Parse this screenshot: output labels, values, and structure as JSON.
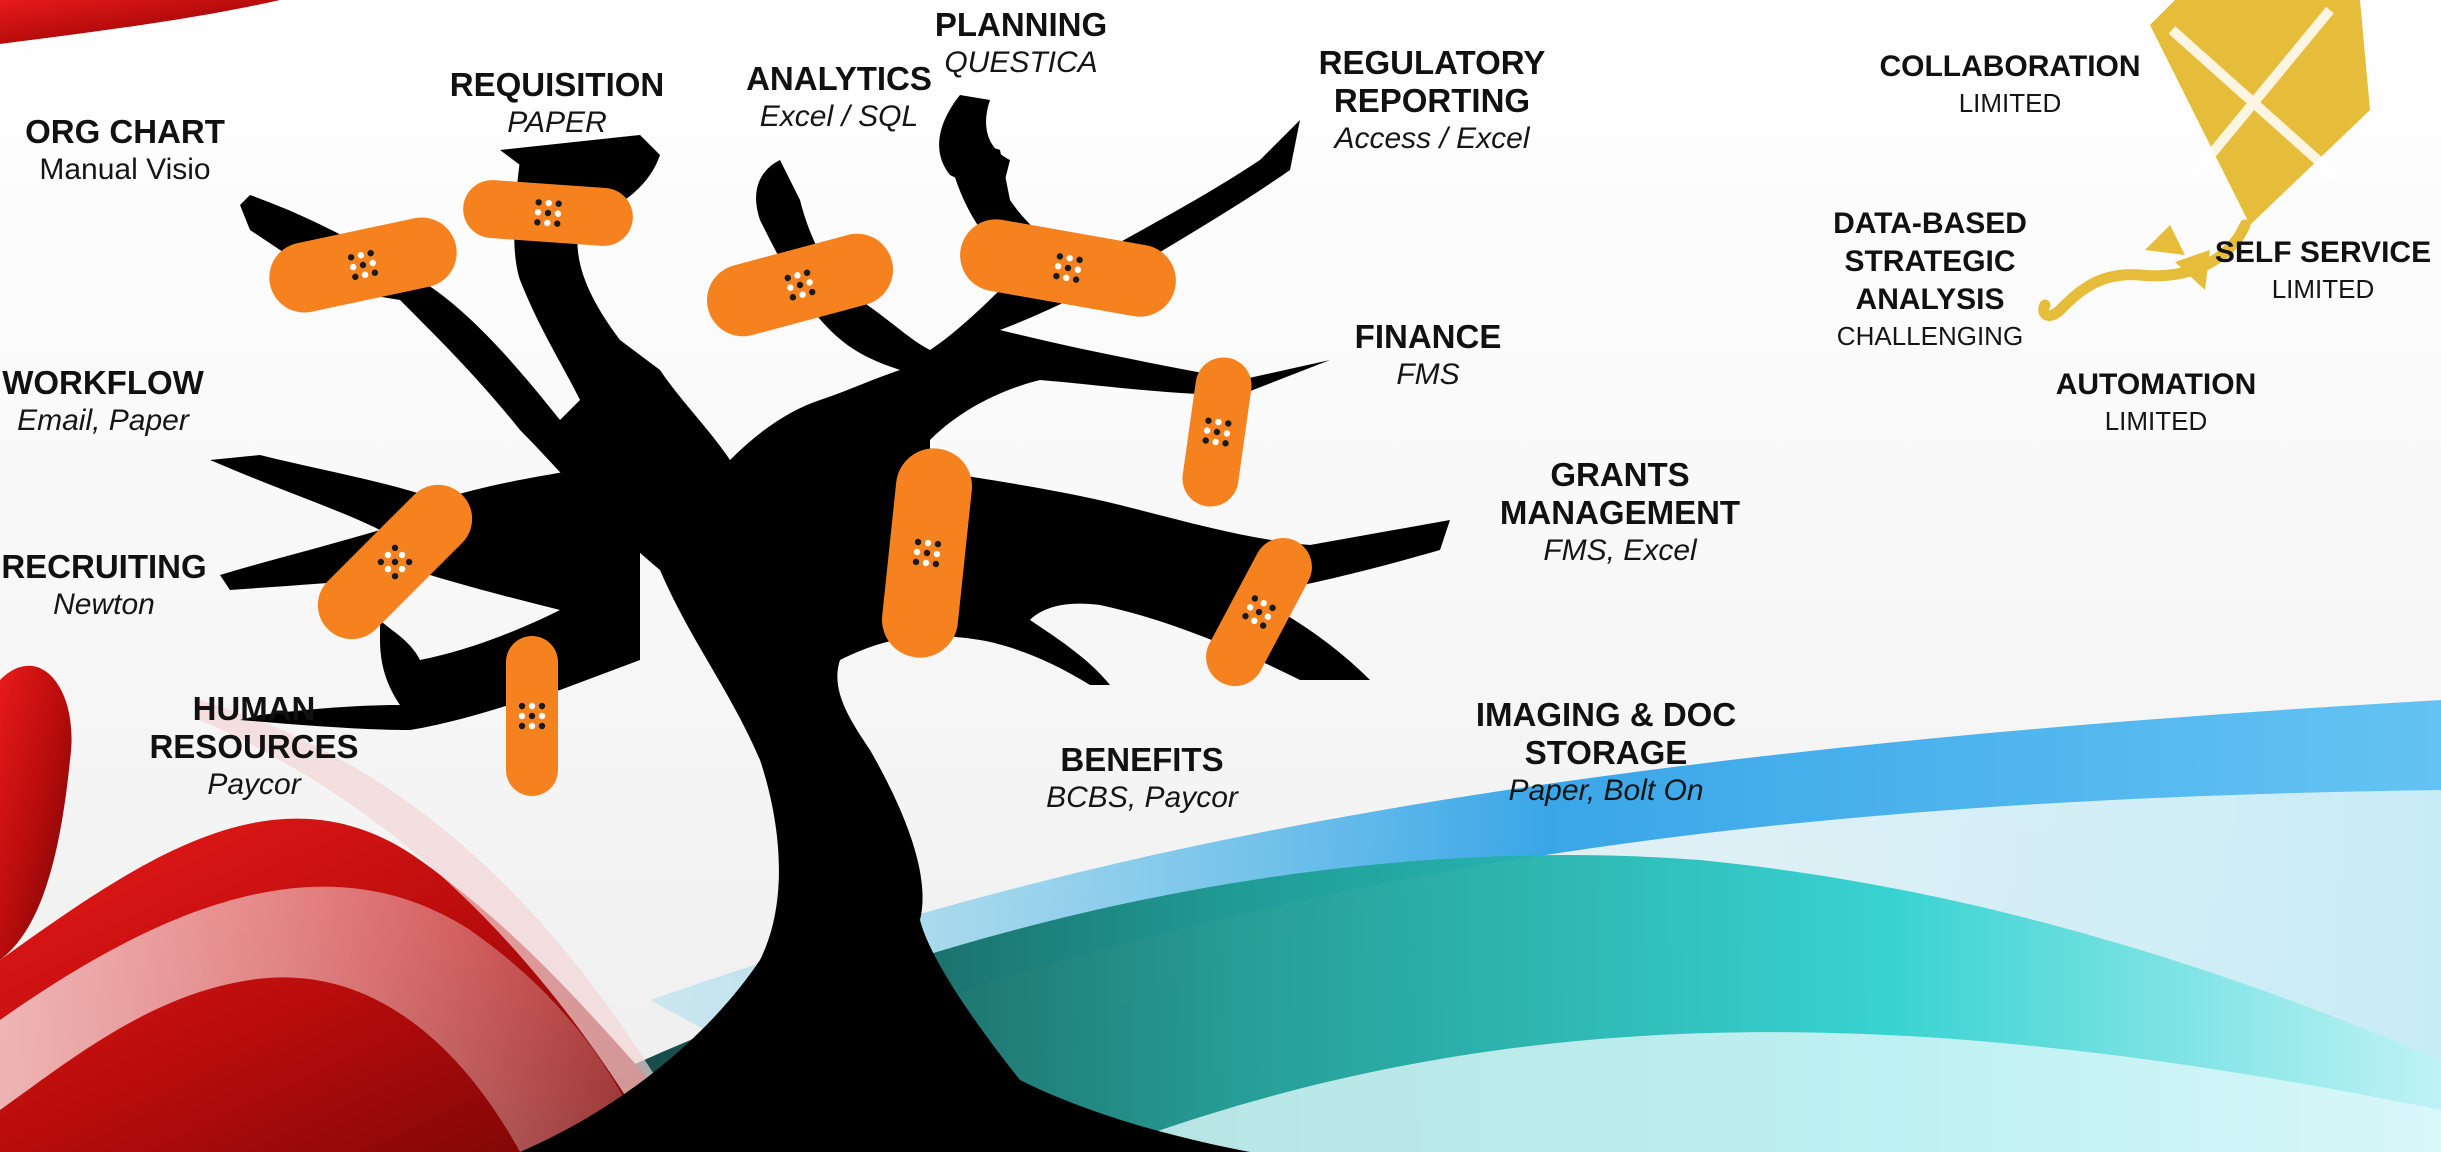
{
  "colors": {
    "tree": "#000000",
    "bandage": "#f5821f",
    "kite": "#e6bd3a",
    "red_ribbon": "#c91212",
    "teal_wave": "#1fc8c8",
    "blue_wave": "#3aa6e8"
  },
  "tree_labels": [
    {
      "id": "planning",
      "title": "PLANNING",
      "sub": "QUESTICA"
    },
    {
      "id": "requisition",
      "title": "REQUISITION",
      "sub": "PAPER"
    },
    {
      "id": "analytics",
      "title": "ANALYTICS",
      "sub": "Excel / SQL"
    },
    {
      "id": "regulatory",
      "title": "REGULATORY REPORTING",
      "sub": "Access / Excel"
    },
    {
      "id": "orgchart",
      "title": "ORG CHART",
      "sub": "Manual Visio"
    },
    {
      "id": "finance",
      "title": "FINANCE",
      "sub": "FMS"
    },
    {
      "id": "workflow",
      "title": "WORKFLOW",
      "sub": "Email, Paper"
    },
    {
      "id": "grants",
      "title": "GRANTS MANAGEMENT",
      "sub": "FMS, Excel"
    },
    {
      "id": "recruiting",
      "title": "RECRUITING",
      "sub": "Newton"
    },
    {
      "id": "hr",
      "title": "HUMAN RESOURCES",
      "sub": "Paycor"
    },
    {
      "id": "benefits",
      "title": "BENEFITS",
      "sub": "BCBS, Paycor"
    },
    {
      "id": "imaging",
      "title": "IMAGING & DOC STORAGE",
      "sub": "Paper, Bolt On"
    }
  ],
  "kite_labels": [
    {
      "id": "collaboration",
      "title": "COLLABORATION",
      "sub": "LIMITED"
    },
    {
      "id": "data_analysis",
      "title": "DATA-BASED STRATEGIC ANALYSIS",
      "sub": "CHALLENGING"
    },
    {
      "id": "self_service",
      "title": "SELF SERVICE",
      "sub": "LIMITED"
    },
    {
      "id": "automation",
      "title": "AUTOMATION",
      "sub": "LIMITED"
    }
  ]
}
